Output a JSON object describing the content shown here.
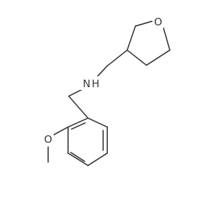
{
  "molecule": {
    "atoms": {
      "ring_oxygen": "O",
      "amine_n": "N",
      "amine_h": "H",
      "methoxy_oxygen": "O"
    },
    "colors": {
      "bond": "#3a3a3a",
      "background": "#ffffff"
    }
  }
}
